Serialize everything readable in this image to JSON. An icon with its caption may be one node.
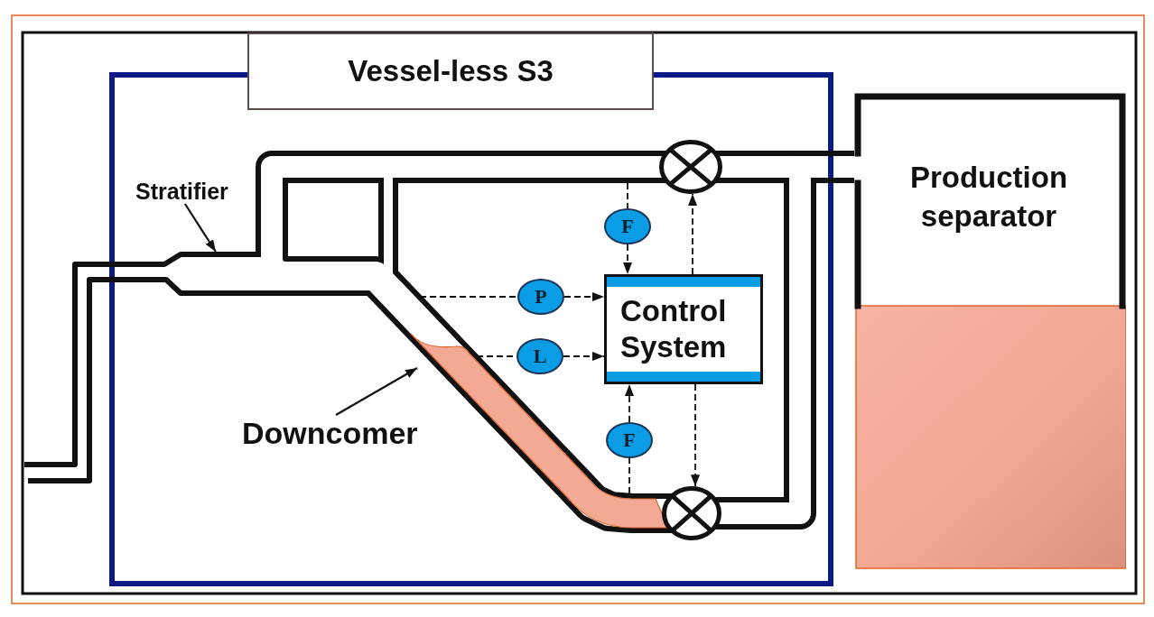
{
  "diagram": {
    "nodes": [
      {
        "text": [
          "Vessel-less S3"
        ]
      },
      {
        "text": [
          "Stratifier"
        ],
        "in": 0
      },
      {
        "text": [],
        "shape": "pipe"
      },
      {
        "text": [],
        "shape": "valve",
        "in": 0
      },
      {
        "text": [
          "F"
        ],
        "in": 0
      },
      {
        "text": [
          "P"
        ],
        "in": 0
      },
      {
        "text": [
          "Control System"
        ],
        "in": 0
      },
      {
        "text": [
          "L"
        ],
        "in": 0
      },
      {
        "text": [
          "Downcomer"
        ],
        "in": 0
      },
      {
        "text": [
          "F"
        ],
        "in": 0
      },
      {
        "text": [],
        "shape": "valve",
        "in": 0
      },
      {
        "text": [
          "Production separator"
        ]
      }
    ],
    "edges": [
      {
        "from": 1,
        "to": 2,
        "arrow": "to"
      },
      {
        "from": 8,
        "to": null,
        "arrow": "to"
      },
      {
        "from": 2,
        "to": 3,
        "arrow": "none",
        "style": "thick"
      },
      {
        "from": 2,
        "to": 10,
        "arrow": "none",
        "style": "thick"
      },
      {
        "from": null,
        "to": 4,
        "arrow": "none",
        "style": "dashed"
      },
      {
        "from": 4,
        "to": 6,
        "arrow": "to",
        "style": "dashed"
      },
      {
        "from": 6,
        "to": 3,
        "arrow": "to",
        "style": "dashed"
      },
      {
        "from": null,
        "to": 5,
        "arrow": "none",
        "style": "dashed"
      },
      {
        "from": 5,
        "to": 6,
        "arrow": "to",
        "style": "dashed"
      },
      {
        "from": null,
        "to": 7,
        "arrow": "none",
        "style": "dashed"
      },
      {
        "from": 7,
        "to": 6,
        "arrow": "to",
        "style": "dashed"
      },
      {
        "from": null,
        "to": 9,
        "arrow": "none",
        "style": "dashed"
      },
      {
        "from": 9,
        "to": 6,
        "arrow": "to",
        "style": "dashed"
      },
      {
        "from": 6,
        "to": 10,
        "arrow": "to",
        "style": "dashed"
      },
      {
        "from": 3,
        "to": 11,
        "arrow": "none",
        "style": "thick"
      },
      {
        "from": 10,
        "to": 11,
        "arrow": "none",
        "style": "thick"
      }
    ]
  }
}
